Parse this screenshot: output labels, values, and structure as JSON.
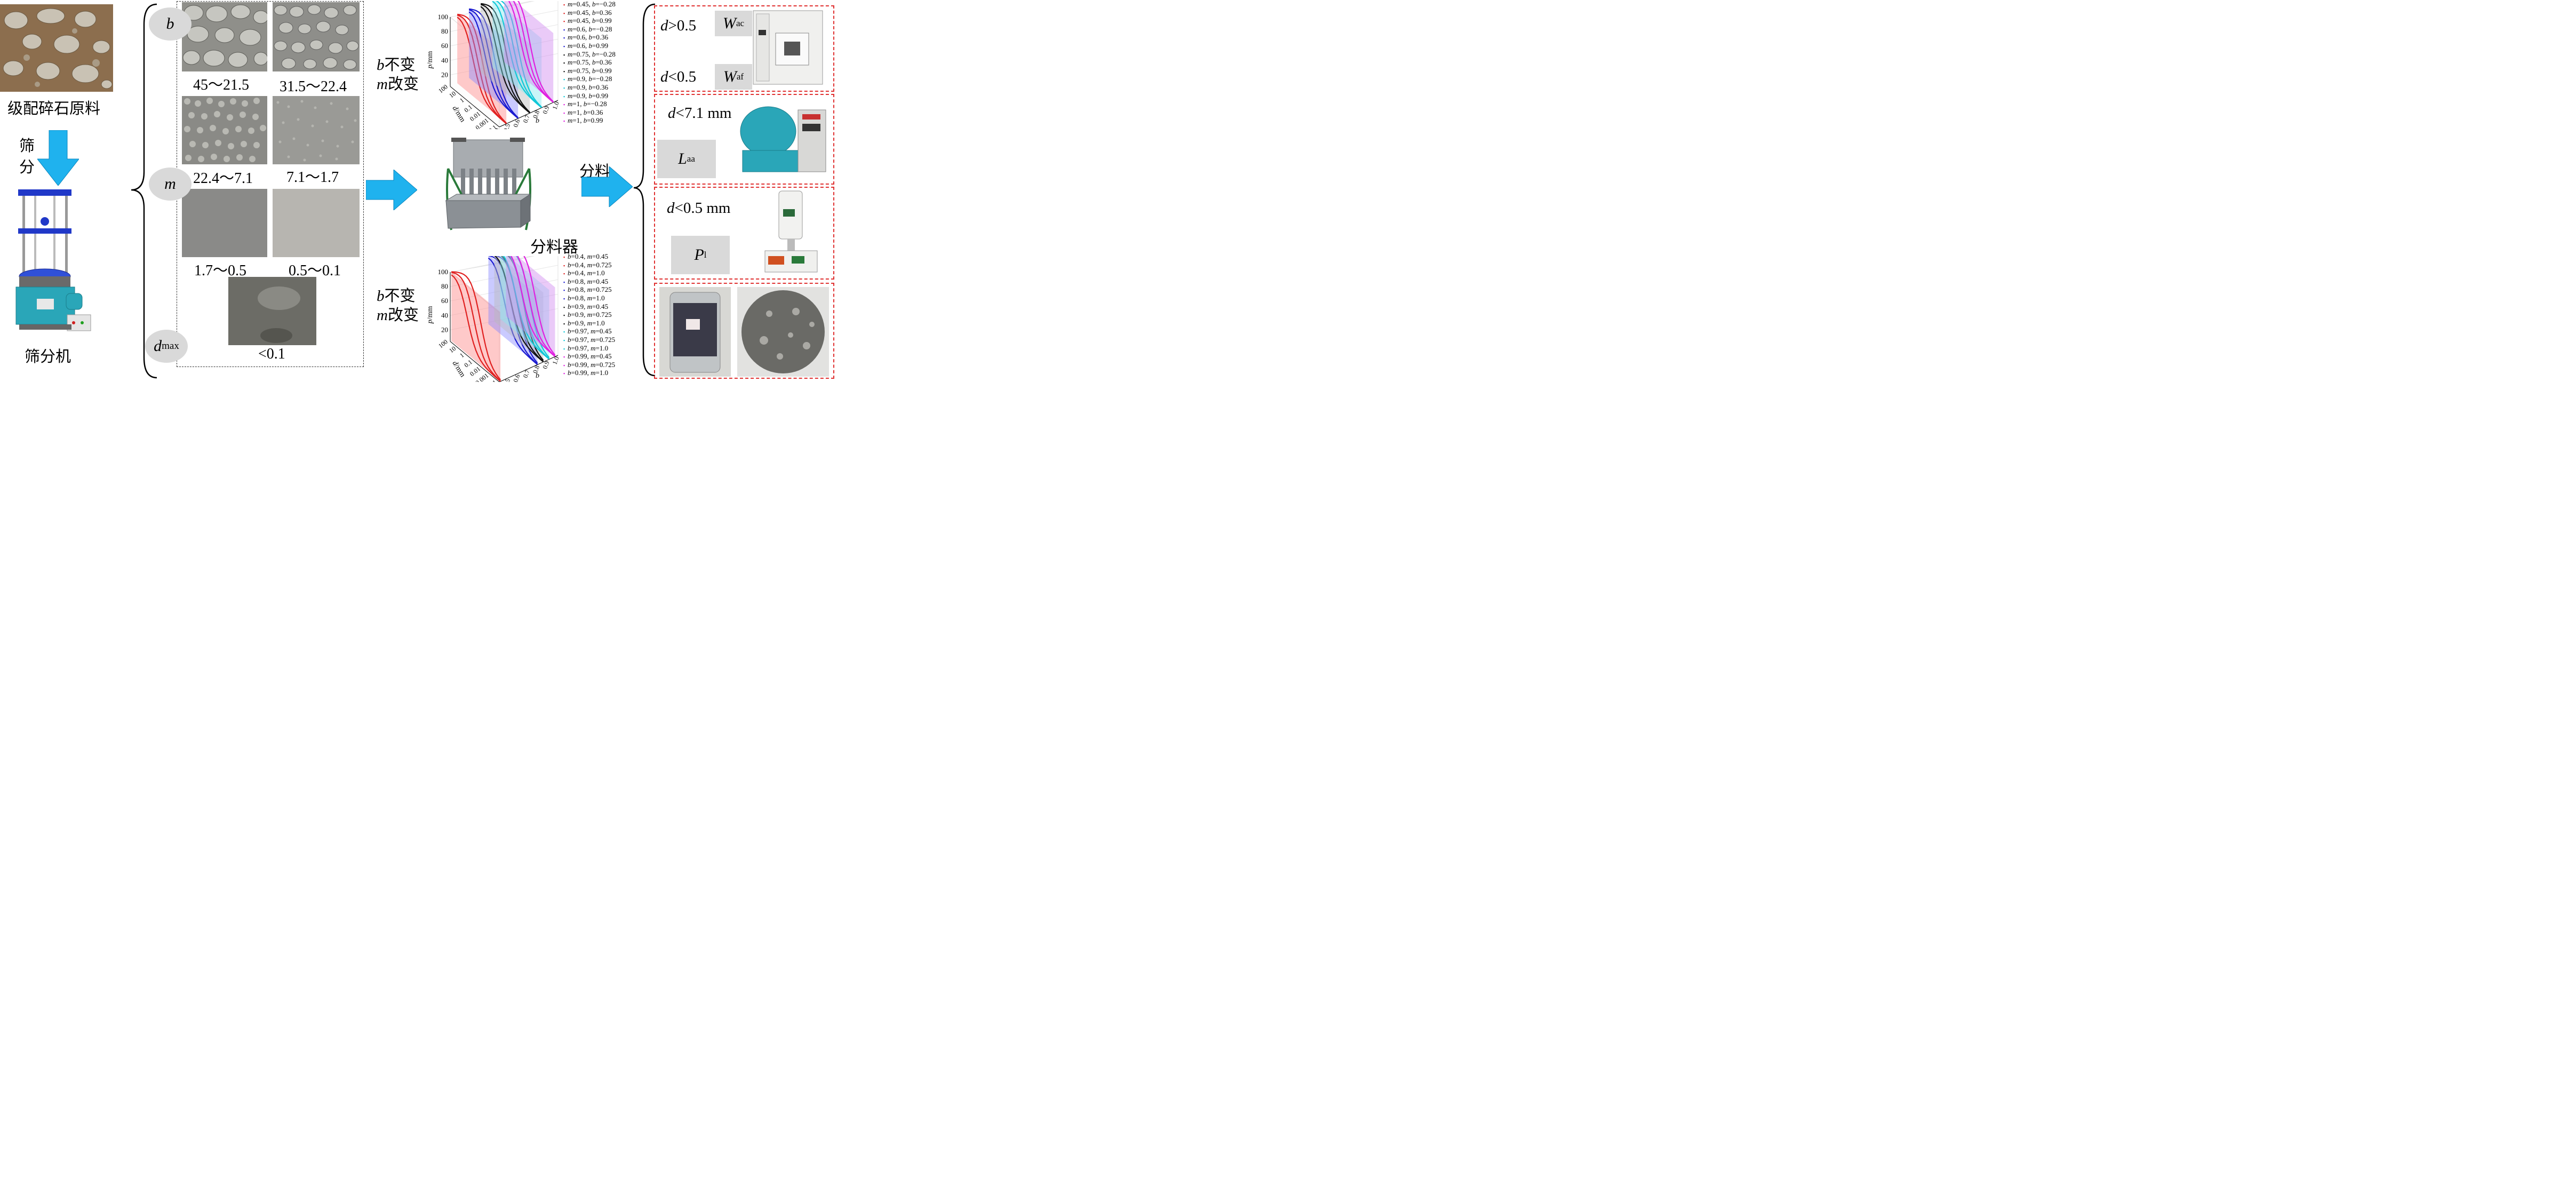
{
  "left": {
    "raw_label": "级配碎石原料",
    "sieve_label_1": "筛",
    "sieve_label_2": "分",
    "machine_label": "筛分机"
  },
  "params": {
    "b": "b",
    "m": "m",
    "d": "d",
    "dmax_sub": "max"
  },
  "aggregates": [
    {
      "label": "45～21.5"
    },
    {
      "label": "31.5～22.4"
    },
    {
      "label": "22.4～7.1"
    },
    {
      "label": "7.1～1.7"
    },
    {
      "label": "1.7～0.5"
    },
    {
      "label": "0.5～0.1"
    },
    {
      "label": "<0.1"
    }
  ],
  "middle": {
    "top_caption_var": "b",
    "top_caption_1": "不变",
    "top_caption_var2": "m",
    "top_caption_2": "改变",
    "bottom_caption_var": "b",
    "bottom_caption_1": "不变",
    "bottom_caption_var2": "m",
    "bottom_caption_2": "改变",
    "splitter_label": "分料器",
    "split_arrow_label": "分料"
  },
  "chart_data": [
    {
      "type": "line",
      "yticks": [
        "100",
        "80",
        "60",
        "40",
        "20"
      ],
      "dticks": [
        "100",
        "10",
        "1",
        "0.1",
        "0.01",
        "0.001",
        "0.000 1"
      ],
      "bticks": [
        "0.4",
        "0.5",
        "0.6",
        "0.7",
        "0.8",
        "0.9",
        "1.0"
      ],
      "ylabel_var": "p",
      "ylabel_unit": "/mm",
      "dlabel_var": "d",
      "dlabel_unit": "/mm",
      "blabel": "b",
      "series": [
        {
          "name": "m=0.45, b=−0.28",
          "color": "#e02020"
        },
        {
          "name": "m=0.45, b=0.36",
          "color": "#e02020"
        },
        {
          "name": "m=0.45, b=0.99",
          "color": "#e02020"
        },
        {
          "name": "m=0.6, b=−0.28",
          "color": "#1a1ad0"
        },
        {
          "name": "m=0.6, b=0.36",
          "color": "#1a1ad0"
        },
        {
          "name": "m=0.6, b=0.99",
          "color": "#1a1ad0"
        },
        {
          "name": "m=0.75, b=−0.28",
          "color": "#111111"
        },
        {
          "name": "m=0.75, b=0.36",
          "color": "#111111"
        },
        {
          "name": "m=0.75, b=0.99",
          "color": "#111111"
        },
        {
          "name": "m=0.9, b=−0.28",
          "color": "#10c8d8"
        },
        {
          "name": "m=0.9, b=0.36",
          "color": "#10c8d8"
        },
        {
          "name": "m=0.9, b=0.99",
          "color": "#10c8d8"
        },
        {
          "name": "m=1, b=−0.28",
          "color": "#e020e0"
        },
        {
          "name": "m=1, b=0.36",
          "color": "#e020e0"
        },
        {
          "name": "m=1, b=0.99",
          "color": "#e020e0"
        }
      ]
    },
    {
      "type": "line",
      "yticks": [
        "100",
        "80",
        "60",
        "40",
        "20"
      ],
      "dticks": [
        "100",
        "10",
        "1",
        "0.1",
        "0.01",
        "0.001",
        "0.000 1"
      ],
      "bticks": [
        "0.4",
        "0.5",
        "0.6",
        "0.7",
        "0.8",
        "0.9",
        "1.0"
      ],
      "ylabel_var": "p",
      "ylabel_unit": "/mm",
      "dlabel_var": "d",
      "dlabel_unit": "/mm",
      "blabel": "b",
      "series": [
        {
          "name": "b=0.4, m=0.45",
          "color": "#e02020"
        },
        {
          "name": "b=0.4, m=0.725",
          "color": "#e02020"
        },
        {
          "name": "b=0.4, m=1.0",
          "color": "#e02020"
        },
        {
          "name": "b=0.8, m=0.45",
          "color": "#1a1ad0"
        },
        {
          "name": "b=0.8, m=0.725",
          "color": "#1a1ad0"
        },
        {
          "name": "b=0.8, m=1.0",
          "color": "#1a1ad0"
        },
        {
          "name": "b=0.9, m=0.45",
          "color": "#111111"
        },
        {
          "name": "b=0.9, m=0.725",
          "color": "#111111"
        },
        {
          "name": "b=0.9, m=1.0",
          "color": "#111111"
        },
        {
          "name": "b=0.97, m=0.45",
          "color": "#10c8d8"
        },
        {
          "name": "b=0.97, m=0.725",
          "color": "#10c8d8"
        },
        {
          "name": "b=0.97, m=1.0",
          "color": "#10c8d8"
        },
        {
          "name": "b=0.99, m=0.45",
          "color": "#e020e0"
        },
        {
          "name": "b=0.99, m=0.725",
          "color": "#e020e0"
        },
        {
          "name": "b=0.99, m=1.0",
          "color": "#e020e0"
        }
      ]
    }
  ],
  "right": {
    "box1_line1": ">0.5",
    "box1_w1_sub": "ac",
    "box1_line2": "<0.5",
    "box1_w2_sub": "af",
    "box2_line": "<7.1 mm",
    "box2_L_sub": "aa",
    "box3_line": "<0.5 mm",
    "box3_P_sub": "l",
    "W": "W",
    "L": "L",
    "P": "P"
  },
  "colors": {
    "arrow": "#1fb2ee",
    "dashed_red": "#e03030",
    "gray_label": "#d9d9d9",
    "machine_teal": "#2aa6b8",
    "frame_blue": "#2038c8"
  }
}
